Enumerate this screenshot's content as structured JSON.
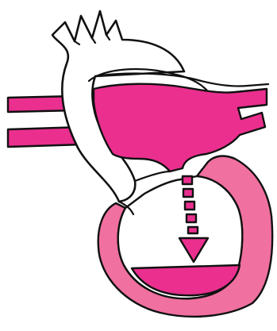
{
  "diagram": {
    "subject": "heart-left-atrium-to-left-ventricle-flow",
    "colors": {
      "blood": "#ea2f8f",
      "ventricle_wall": "#f0709f",
      "outline": "#111111",
      "background": "#ffffff"
    },
    "arrow": {
      "style": "dashed",
      "direction": "down"
    }
  }
}
